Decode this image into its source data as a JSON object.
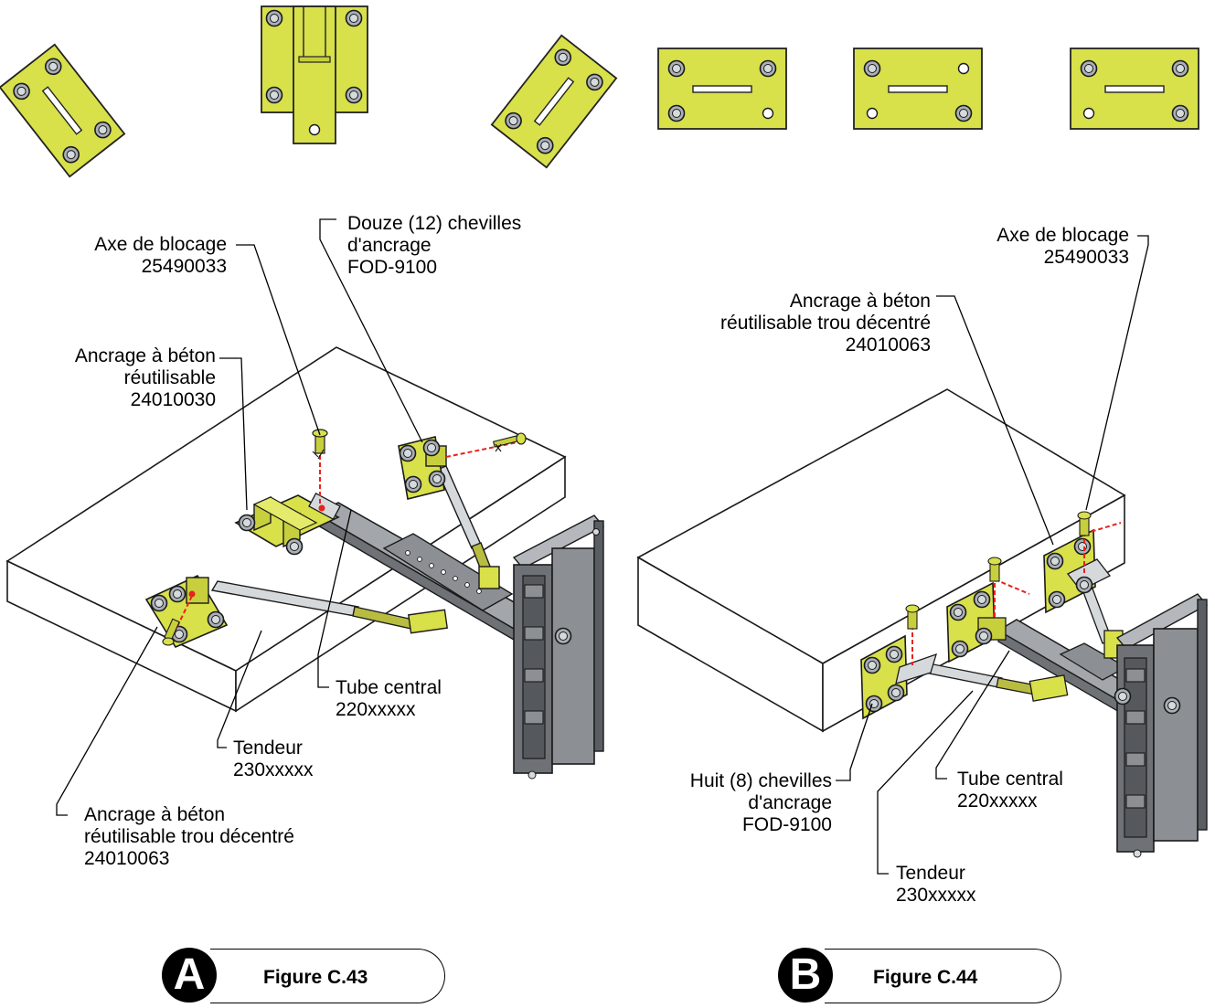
{
  "colors": {
    "plate": "#d8e04a",
    "plate_stroke": "#222222",
    "steel": "#8a8a8a",
    "steel_dark": "#4a4a4a",
    "tube": "#b8bcc0",
    "slab_fill": "#ffffff",
    "leader": "#000000",
    "dash": "#e8221c"
  },
  "figure_a": {
    "badge": "A",
    "caption": "Figure C.43",
    "labels": {
      "axe": [
        "Axe de blocage",
        "25490033"
      ],
      "chevilles": [
        "Douze (12) chevilles",
        "d'ancrage",
        "FOD-9100"
      ],
      "ancrage": [
        "Ancrage à béton",
        "réutilisable",
        "24010030"
      ],
      "tube": [
        "Tube central",
        "220xxxxx"
      ],
      "tendeur": [
        "Tendeur",
        "230xxxxx"
      ],
      "ancrage_decentre": [
        "Ancrage à béton",
        "réutilisable trou décentré",
        "24010063"
      ]
    }
  },
  "figure_b": {
    "badge": "B",
    "caption": "Figure C.44",
    "labels": {
      "axe": [
        "Axe de blocage",
        "25490033"
      ],
      "ancrage_decentre": [
        "Ancrage à béton",
        "réutilisable trou décentré",
        "24010063"
      ],
      "chevilles": [
        "Huit (8) chevilles",
        "d'ancrage",
        "FOD-9100"
      ],
      "tube": [
        "Tube central",
        "220xxxxx"
      ],
      "tendeur": [
        "Tendeur",
        "230xxxxx"
      ]
    }
  },
  "top_views": {
    "plate_count": 6
  }
}
